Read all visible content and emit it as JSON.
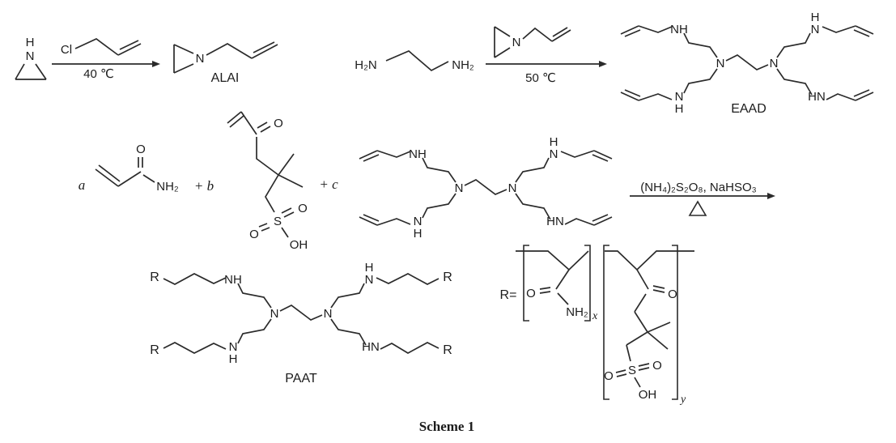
{
  "scheme": {
    "caption": "Scheme 1",
    "ink_color": "#2b2b2b",
    "background_color": "#ffffff",
    "step1": {
      "aziridine": {
        "h": "H",
        "n": "N"
      },
      "reagent_cl": "Cl",
      "condition": "40 ℃",
      "product": {
        "n": "N",
        "label": "ALAI"
      }
    },
    "step2": {
      "eda_left": "H₂N",
      "eda_right": "NH₂",
      "alai_n": "N",
      "condition": "50 ℃"
    },
    "eaad": {
      "label": "EAAD",
      "n_left": "N",
      "n_right": "N",
      "arm_top_left_nh": "NH",
      "arm_top_right_h": "H",
      "arm_top_right_n": "N",
      "arm_bottom_left_n": "N",
      "arm_bottom_left_h": "H",
      "arm_bottom_right_hn": "HN"
    },
    "step3": {
      "coeff_a": "a",
      "acrylamide": {
        "o": "O",
        "nh2": "NH₂"
      },
      "plus_b": "+ b",
      "sulfo": {
        "o_ketone": "O",
        "s": "S",
        "o_right": "O",
        "o_left": "O",
        "oh": "OH"
      },
      "plus_c": "+ c",
      "conditions": "(NH₄)₂S₂O₈, NaHSO₃"
    },
    "paat": {
      "label": "PAAT",
      "r_top_left": "R",
      "r_top_right": "R",
      "r_bottom_left": "R",
      "r_bottom_right": "R",
      "n_left": "N",
      "n_right": "N",
      "arm_top_left_nh": "NH",
      "arm_top_right_h": "H",
      "arm_top_right_n": "N",
      "arm_bottom_left_n": "N",
      "arm_bottom_left_h": "H",
      "arm_bottom_right_hn": "HN"
    },
    "r_def": {
      "r_equals": "R=",
      "unit_x": {
        "o": "O",
        "nh2": "NH₂",
        "sub": "x"
      },
      "unit_y": {
        "o_carbonyl": "O",
        "s": "S",
        "o_right": "O",
        "o_left": "O",
        "oh": "OH",
        "sub": "y"
      }
    }
  }
}
